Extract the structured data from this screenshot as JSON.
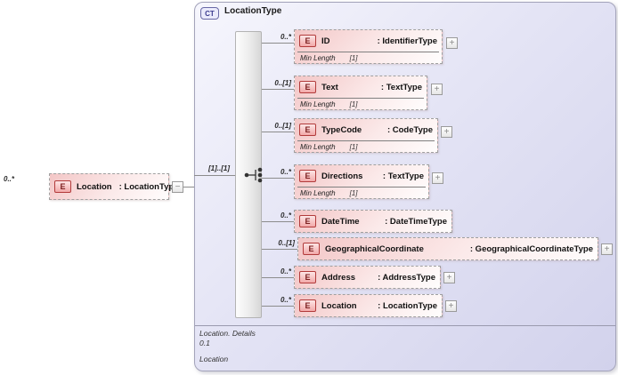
{
  "diagram": {
    "badges": {
      "element": "E",
      "complex_type": "CT"
    },
    "root": {
      "multiplicity": "0..*",
      "name": "Location",
      "type_label": ": LocationType"
    },
    "container": {
      "title": "LocationType",
      "sequence_label": "[1]..[1]",
      "children": [
        {
          "multiplicity": "0..*",
          "name": "ID",
          "type_label": ": IdentifierType",
          "facet_label": "Min Length",
          "facet_value": "[1]"
        },
        {
          "multiplicity": "0..[1]",
          "name": "Text",
          "type_label": ": TextType",
          "facet_label": "Min Length",
          "facet_value": "[1]"
        },
        {
          "multiplicity": "0..[1]",
          "name": "TypeCode",
          "type_label": ": CodeType",
          "facet_label": "Min Length",
          "facet_value": "[1]"
        },
        {
          "multiplicity": "0..*",
          "name": "Directions",
          "type_label": ": TextType",
          "facet_label": "Min Length",
          "facet_value": "[1]"
        },
        {
          "multiplicity": "0..*",
          "name": "DateTime",
          "type_label": ": DateTimeType"
        },
        {
          "multiplicity": "0..[1]",
          "name": "GeographicalCoordinate",
          "type_label": ": GeographicalCoordinateType"
        },
        {
          "multiplicity": "0..*",
          "name": "Address",
          "type_label": ": AddressType"
        },
        {
          "multiplicity": "0..*",
          "name": "Location",
          "type_label": ": LocationType"
        }
      ],
      "footer": {
        "line1": "Location. Details",
        "line2": "0.1",
        "line3": "Location"
      }
    },
    "colors": {
      "element_fill": "#f3c6c6",
      "element_border": "#b23b3b",
      "container_fill": "#e4e4f5",
      "badge_blue": "#3b3b8f",
      "connector": "#8c8c8c"
    }
  }
}
